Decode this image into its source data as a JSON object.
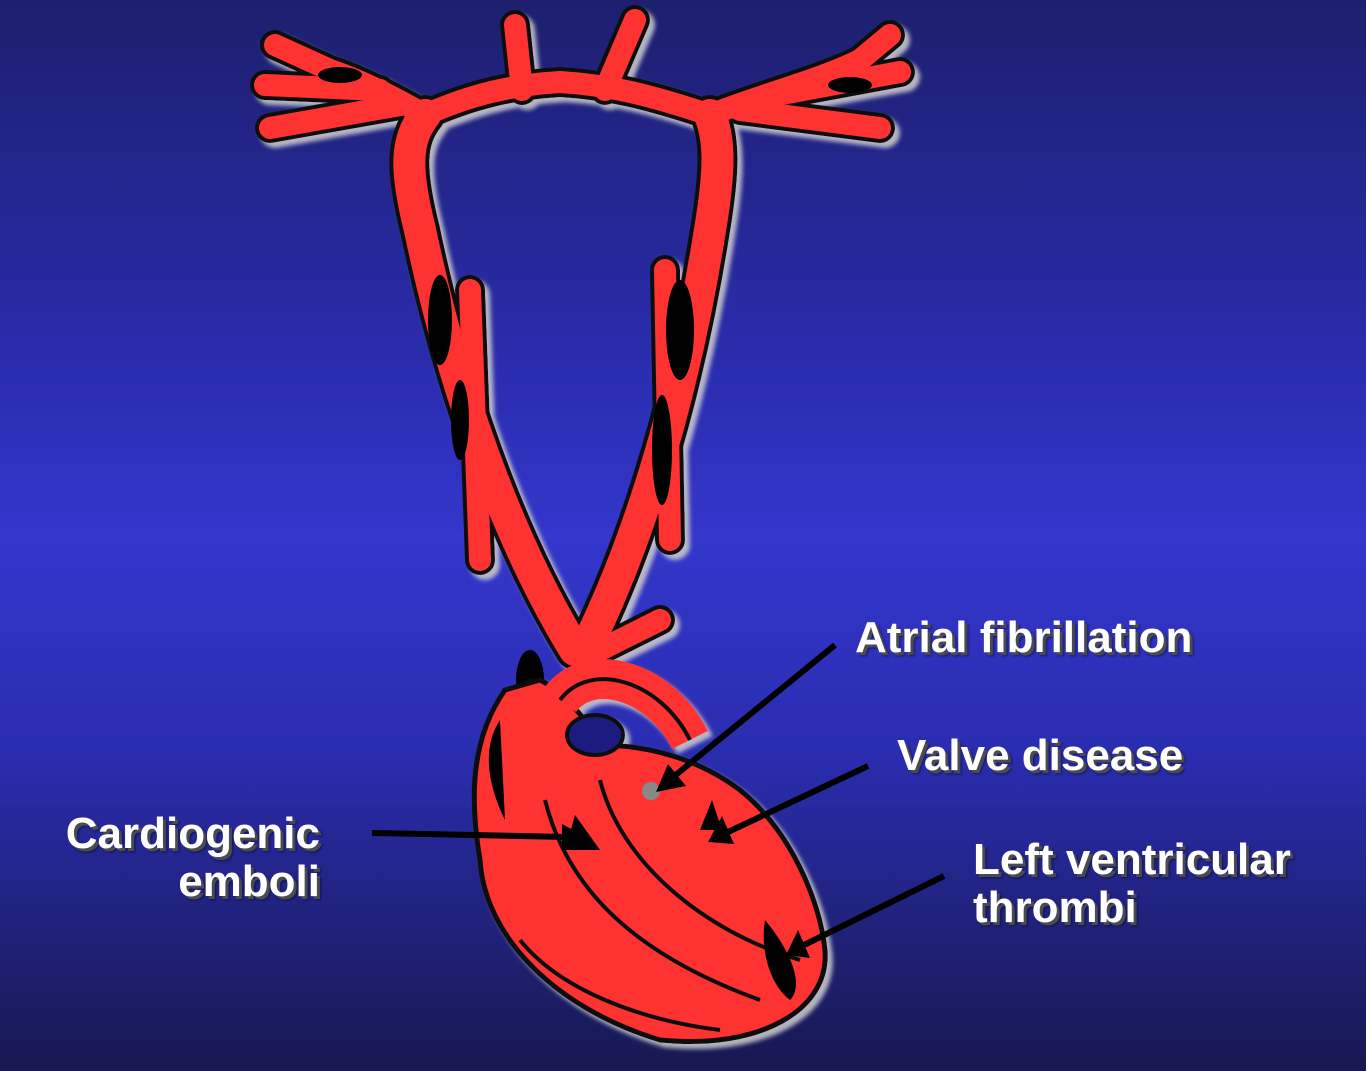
{
  "labels": {
    "atrial_fibrillation": "Atrial fibrillation",
    "valve_disease": "Valve disease",
    "left_ventricular": [
      "Left ventricular",
      "thrombi"
    ],
    "cardiogenic": [
      "Cardiogenic",
      "emboli"
    ]
  },
  "colors": {
    "background_top": "#1d1f6e",
    "background_mid": "#3436cc",
    "heart_red": "#ff3333",
    "thrombus_black": "#000000",
    "text": "#ffffff"
  }
}
